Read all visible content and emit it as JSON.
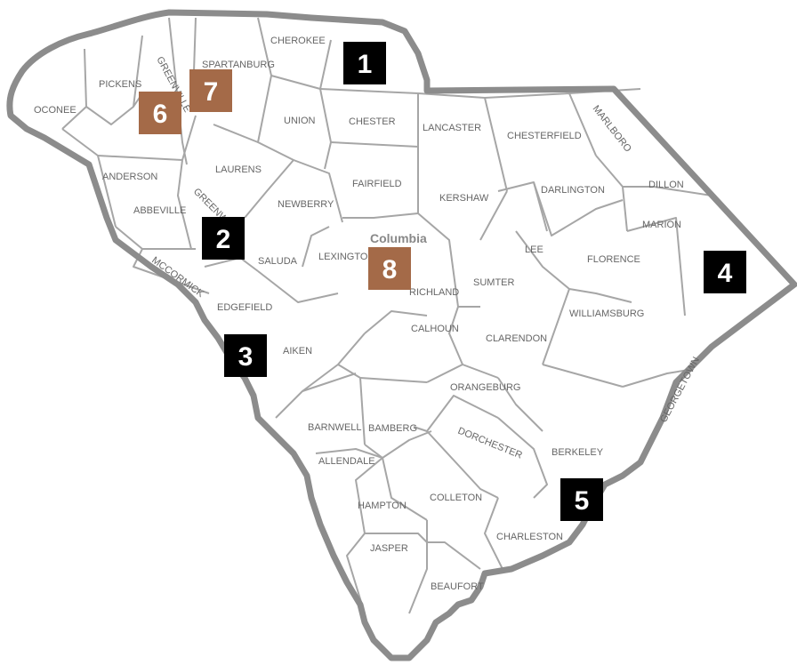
{
  "colors": {
    "state_border": "#8c8c8c",
    "county_line": "#a6a6a6",
    "marker_black": "#000000",
    "marker_brown": "#a46a48",
    "label": "#666666"
  },
  "counties": [
    {
      "id": "oconee",
      "label": "OCONEE"
    },
    {
      "id": "pickens",
      "label": "PICKENS"
    },
    {
      "id": "greenville",
      "label": "GREENVILLE"
    },
    {
      "id": "spartanburg",
      "label": "SPARTANBURG"
    },
    {
      "id": "cherokee",
      "label": "CHEROKEE"
    },
    {
      "id": "union",
      "label": "UNION"
    },
    {
      "id": "chester",
      "label": "CHESTER"
    },
    {
      "id": "lancaster",
      "label": "LANCASTER"
    },
    {
      "id": "chesterfield",
      "label": "CHESTERFIELD"
    },
    {
      "id": "marlboro",
      "label": "MARLBORO"
    },
    {
      "id": "dillon",
      "label": "DILLON"
    },
    {
      "id": "anderson",
      "label": "ANDERSON"
    },
    {
      "id": "laurens",
      "label": "LAURENS"
    },
    {
      "id": "abbeville",
      "label": "ABBEVILLE"
    },
    {
      "id": "greenwood",
      "label": "GREENW"
    },
    {
      "id": "newberry",
      "label": "NEWBERRY"
    },
    {
      "id": "fairfield",
      "label": "FAIRFIELD"
    },
    {
      "id": "kershaw",
      "label": "KERSHAW"
    },
    {
      "id": "darlington",
      "label": "DARLINGTON"
    },
    {
      "id": "marion",
      "label": "MARION"
    },
    {
      "id": "lee",
      "label": "LEE"
    },
    {
      "id": "florence",
      "label": "FLORENCE"
    },
    {
      "id": "mccormick",
      "label": "MCCORMICK"
    },
    {
      "id": "saluda",
      "label": "SALUDA"
    },
    {
      "id": "lexington",
      "label": "LEXINGTON"
    },
    {
      "id": "richland",
      "label": "RICHLAND"
    },
    {
      "id": "sumter",
      "label": "SUMTER"
    },
    {
      "id": "edgefield",
      "label": "EDGEFIELD"
    },
    {
      "id": "calhoun",
      "label": "CALHOUN"
    },
    {
      "id": "clarendon",
      "label": "CLARENDON"
    },
    {
      "id": "williamsburg",
      "label": "WILLIAMSBURG"
    },
    {
      "id": "aiken",
      "label": "AIKEN"
    },
    {
      "id": "orangeburg",
      "label": "ORANGEBURG"
    },
    {
      "id": "georgetown",
      "label": "GEORGETOWN"
    },
    {
      "id": "barnwell",
      "label": "BARNWELL"
    },
    {
      "id": "bamberg",
      "label": "BAMBERG"
    },
    {
      "id": "dorchester",
      "label": "DORCHESTER"
    },
    {
      "id": "berkeley",
      "label": "BERKELEY"
    },
    {
      "id": "allendale",
      "label": "ALLENDALE"
    },
    {
      "id": "hampton",
      "label": "HAMPTON"
    },
    {
      "id": "colleton",
      "label": "COLLETON"
    },
    {
      "id": "charleston",
      "label": "CHARLESTON"
    },
    {
      "id": "jasper",
      "label": "JASPER"
    },
    {
      "id": "beaufort",
      "label": "BEAUFORT"
    }
  ],
  "city": {
    "label": "Columbia"
  },
  "markers": [
    {
      "id": "1",
      "label": "1",
      "style": "black"
    },
    {
      "id": "2",
      "label": "2",
      "style": "black"
    },
    {
      "id": "3",
      "label": "3",
      "style": "black"
    },
    {
      "id": "4",
      "label": "4",
      "style": "black"
    },
    {
      "id": "5",
      "label": "5",
      "style": "black"
    },
    {
      "id": "6",
      "label": "6",
      "style": "brown"
    },
    {
      "id": "7",
      "label": "7",
      "style": "brown"
    },
    {
      "id": "8",
      "label": "8",
      "style": "brown"
    }
  ]
}
